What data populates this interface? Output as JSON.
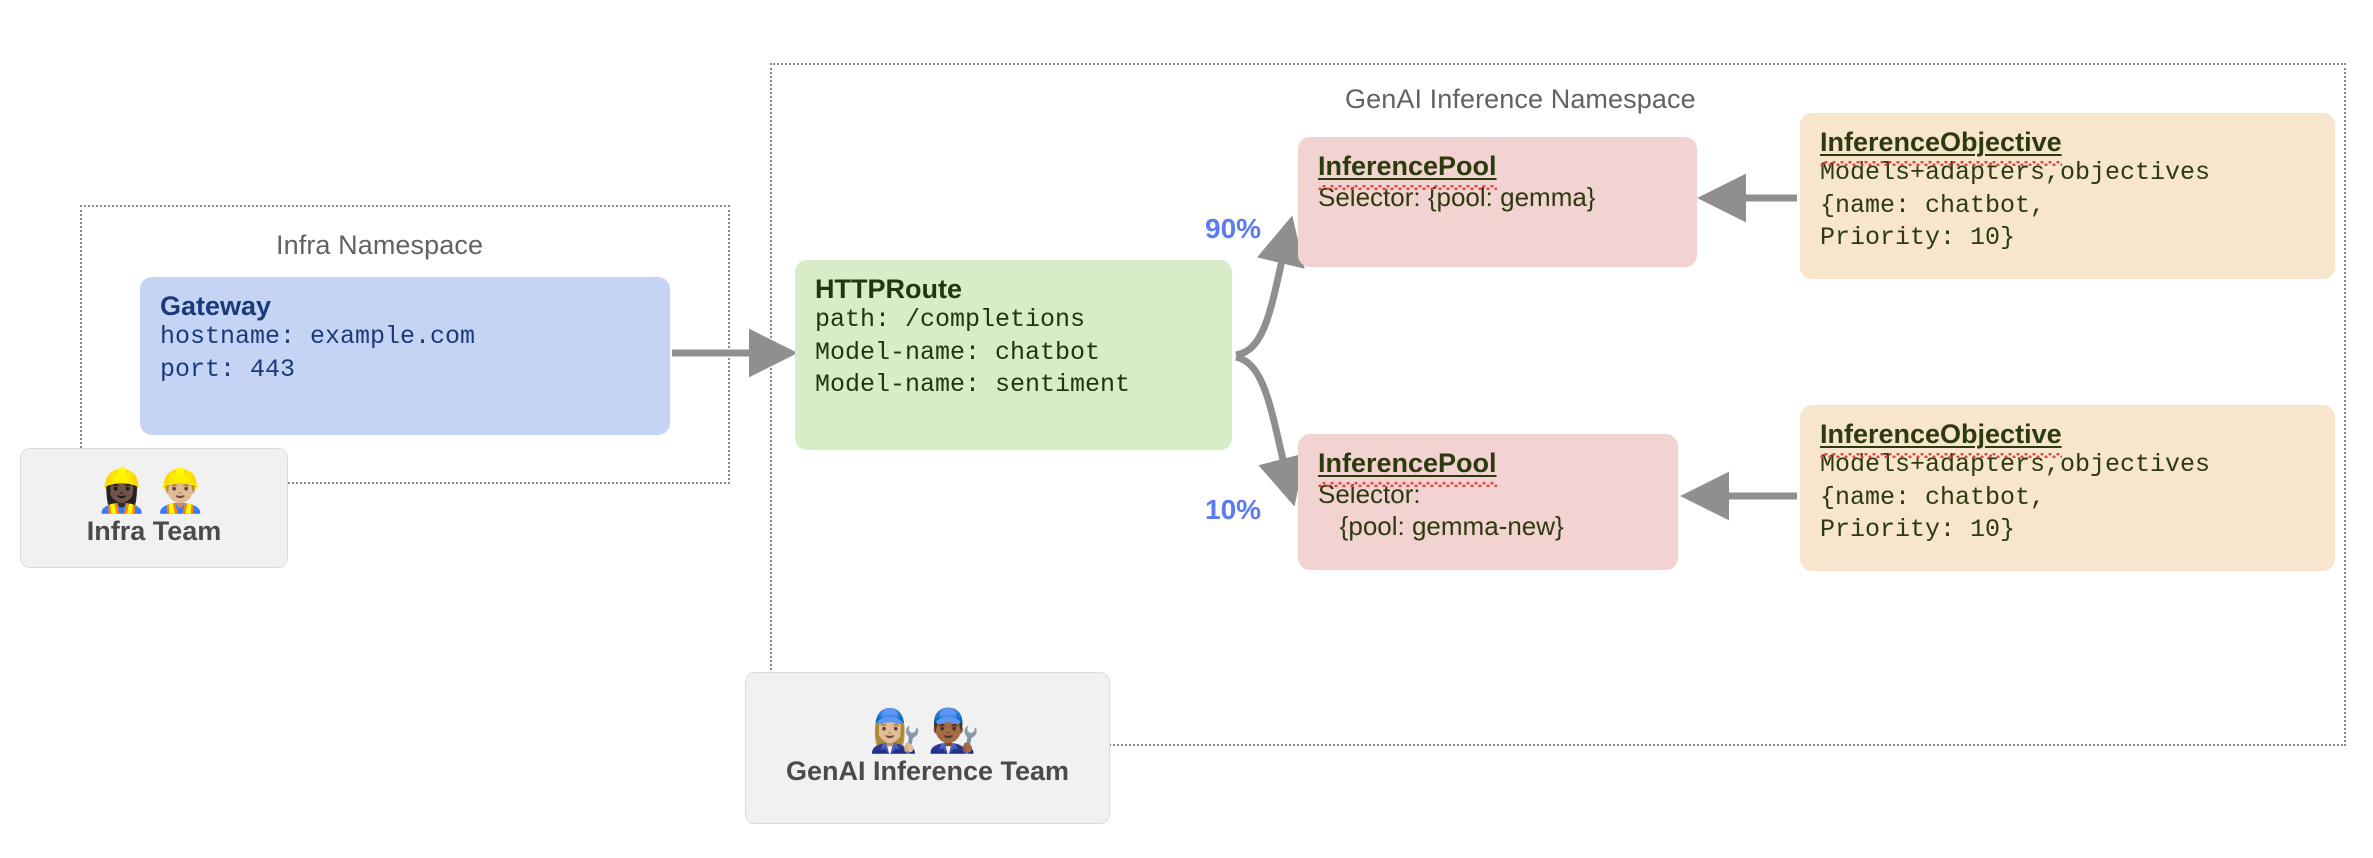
{
  "diagram": {
    "title": "Gateway API Inference Extension routing topology",
    "namespaces": [
      {
        "id": "infra",
        "label": "Infra Namespace"
      },
      {
        "id": "genai",
        "label": "GenAI Inference Namespace"
      }
    ]
  },
  "gateway": {
    "title": "Gateway",
    "lines": [
      "hostname: example.com",
      "port: 443"
    ],
    "color": "#c5d4f5"
  },
  "httproute": {
    "title": "HTTPRoute",
    "lines": [
      "path: /completions",
      "Model-name: chatbot",
      "Model-name: sentiment"
    ],
    "color": "#d9ecc8"
  },
  "pools": [
    {
      "title": "InferencePool",
      "lines": [
        "Selector: {pool: gemma}"
      ],
      "weight": "90%",
      "color": "#f2d3d1"
    },
    {
      "title": "InferencePool",
      "lines": [
        "Selector:",
        "   {pool: gemma-new}"
      ],
      "weight": "10%",
      "color": "#f2d3d1"
    }
  ],
  "objectives": [
    {
      "title": "InferenceObjective",
      "lines": [
        "Models+adapters,objectives",
        "{name: chatbot,",
        "Priority: 10}"
      ],
      "color": "#f7e5cd"
    },
    {
      "title": "InferenceObjective",
      "lines": [
        "Models+adapters,objectives",
        "{name: chatbot,",
        "Priority: 10}"
      ],
      "color": "#f7e5cd"
    }
  ],
  "teams": [
    {
      "label": "Infra Team",
      "emojis": "👷🏿‍♀️👷🏼‍♂️"
    },
    {
      "label": "GenAI Inference Team",
      "emojis": "👩🏼‍🔧👨🏾‍🔧"
    }
  ],
  "colors": {
    "arrow": "#8f8f8f",
    "weight_label": "#5b7cf0",
    "namespace_border": "#8a8a8a",
    "namespace_title": "#5f6368"
  }
}
